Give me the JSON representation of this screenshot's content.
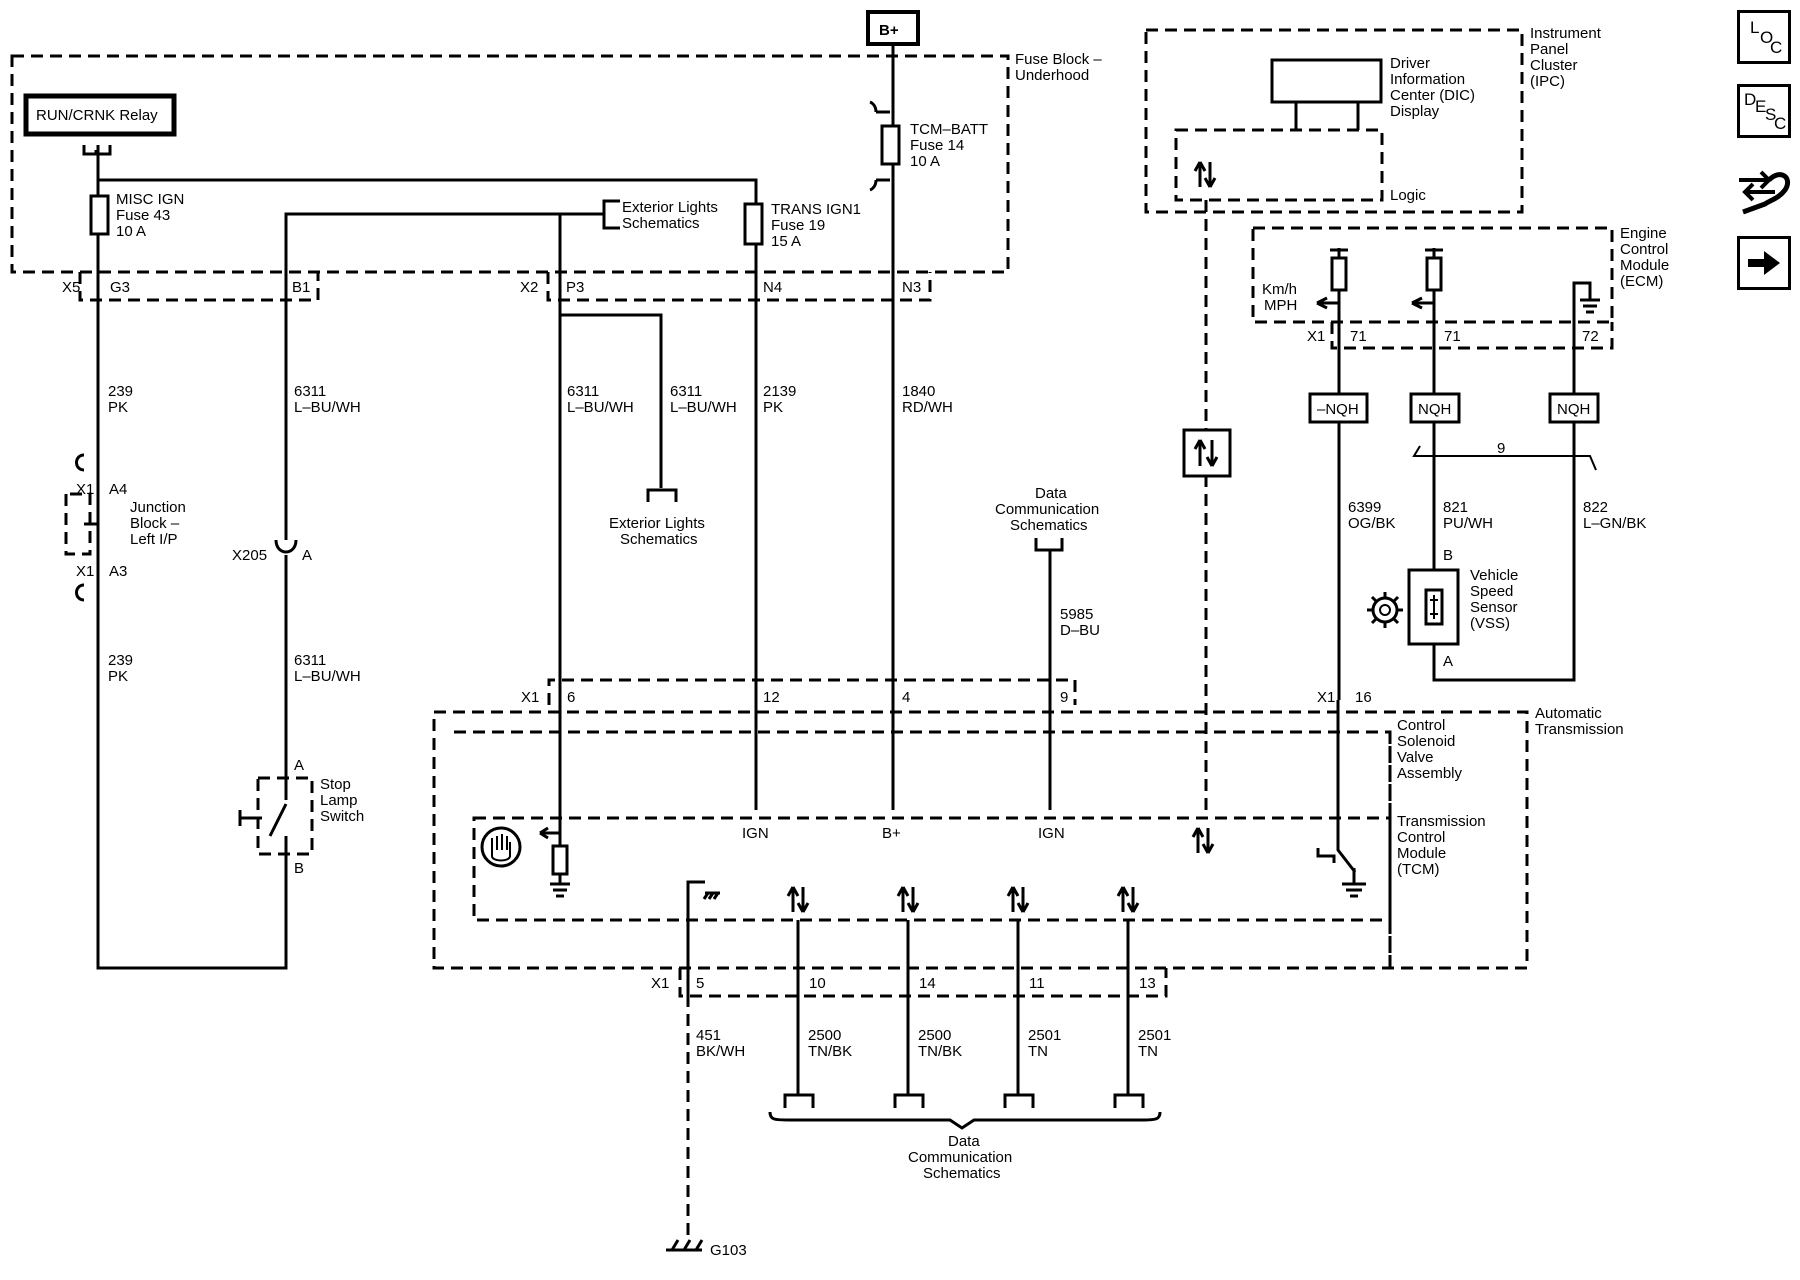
{
  "battery": "B+",
  "fuse_block": {
    "title_line1": "Fuse Block –",
    "title_line2": "Underhood",
    "relay": "RUN/CRNK Relay",
    "misc_ign": {
      "name": "MISC IGN",
      "fuse": "Fuse 43",
      "rating": "10 A"
    },
    "trans_ign1": {
      "name": "TRANS IGN1",
      "fuse": "Fuse 19",
      "rating": "15 A"
    },
    "tcm_batt": {
      "name": "TCM–BATT",
      "fuse": "Fuse 14",
      "rating": "10 A"
    },
    "ext_lights_ref_1": "Exterior Lights",
    "ext_lights_ref_2": "Schematics"
  },
  "connectors": {
    "x5": "X5",
    "g3": "G3",
    "b1": "B1",
    "x2": "X2",
    "p3": "P3",
    "n4": "N4",
    "n3": "N3",
    "x1a4": "X1",
    "a4": "A4",
    "x1a3": "X1",
    "a3": "A3",
    "x205": "X205",
    "x205_pin": "A",
    "tcm_x1": "X1",
    "tcm_6": "6",
    "tcm_12": "12",
    "tcm_4": "4",
    "tcm_9": "9",
    "tcm_x1b": "X1",
    "tcm_16": "16",
    "bottom_x1": "X1",
    "bottom_5": "5",
    "bottom_10": "10",
    "bottom_14": "14",
    "bottom_11": "11",
    "bottom_13": "13",
    "ecm_x1": "X1",
    "ecm_71a": "71",
    "ecm_71b": "71",
    "ecm_72": "72"
  },
  "wires": {
    "w239_top": {
      "num": "239",
      "color": "PK"
    },
    "w6311_top": {
      "num": "6311",
      "color": "L–BU/WH"
    },
    "w6311_mid": {
      "num": "6311",
      "color": "L–BU/WH"
    },
    "w6311_ext": {
      "num": "6311",
      "color": "L–BU/WH"
    },
    "w2139": {
      "num": "2139",
      "color": "PK"
    },
    "w1840": {
      "num": "1840",
      "color": "RD/WH"
    },
    "w239_bot": {
      "num": "239",
      "color": "PK"
    },
    "w6311_bot": {
      "num": "6311",
      "color": "L–BU/WH"
    },
    "w5985": {
      "num": "5985",
      "color": "D–BU"
    },
    "w6399": {
      "num": "6399",
      "color": "OG/BK"
    },
    "w821": {
      "num": "821",
      "color": "PU/WH"
    },
    "w822": {
      "num": "822",
      "color": "L–GN/BK"
    },
    "w451": {
      "num": "451",
      "color": "BK/WH"
    },
    "w2500a": {
      "num": "2500",
      "color": "TN/BK"
    },
    "w2500b": {
      "num": "2500",
      "color": "TN/BK"
    },
    "w2501a": {
      "num": "2501",
      "color": "TN"
    },
    "w2501b": {
      "num": "2501",
      "color": "TN"
    }
  },
  "junction_block": {
    "line1": "Junction",
    "line2": "Block –",
    "line3": "Left I/P"
  },
  "stop_lamp": {
    "line1": "Stop",
    "line2": "Lamp",
    "line3": "Switch",
    "pin_a": "A",
    "pin_b": "B"
  },
  "ext_lights_2": {
    "line1": "Exterior Lights",
    "line2": "Schematics"
  },
  "data_comm_top": {
    "line1": "Data",
    "line2": "Communication",
    "line3": "Schematics"
  },
  "data_comm_bottom": {
    "line1": "Data",
    "line2": "Communication",
    "line3": "Schematics"
  },
  "ipc": {
    "title1": "Instrument",
    "title2": "Panel",
    "title3": "Cluster",
    "title4": "(IPC)",
    "dic1": "Driver",
    "dic2": "Information",
    "dic3": "Center (DIC)",
    "dic4": "Display",
    "logic": "Logic"
  },
  "ecm": {
    "title1": "Engine",
    "title2": "Control",
    "title3": "Module",
    "title4": "(ECM)",
    "speed1": "Km/h",
    "speed2": "MPH",
    "nqh_neg": "–NQH",
    "nqh1": "NQH",
    "nqh2": "NQH",
    "twist": "9"
  },
  "vss": {
    "line1": "Vehicle",
    "line2": "Speed",
    "line3": "Sensor",
    "line4": "(VSS)",
    "pin_b": "B",
    "pin_a": "A"
  },
  "trans": {
    "title1": "Automatic",
    "title2": "Transmission",
    "csva1": "Control",
    "csva2": "Solenoid",
    "csva3": "Valve",
    "csva4": "Assembly",
    "tcm1": "Transmission",
    "tcm2": "Control",
    "tcm3": "Module",
    "tcm4": "(TCM)",
    "ign1": "IGN",
    "bplus": "B+",
    "ign2": "IGN"
  },
  "ground": "G103",
  "nav": {
    "loc": [
      "L",
      "O",
      "C"
    ],
    "desc": [
      "D",
      "E",
      "S",
      "C"
    ]
  }
}
